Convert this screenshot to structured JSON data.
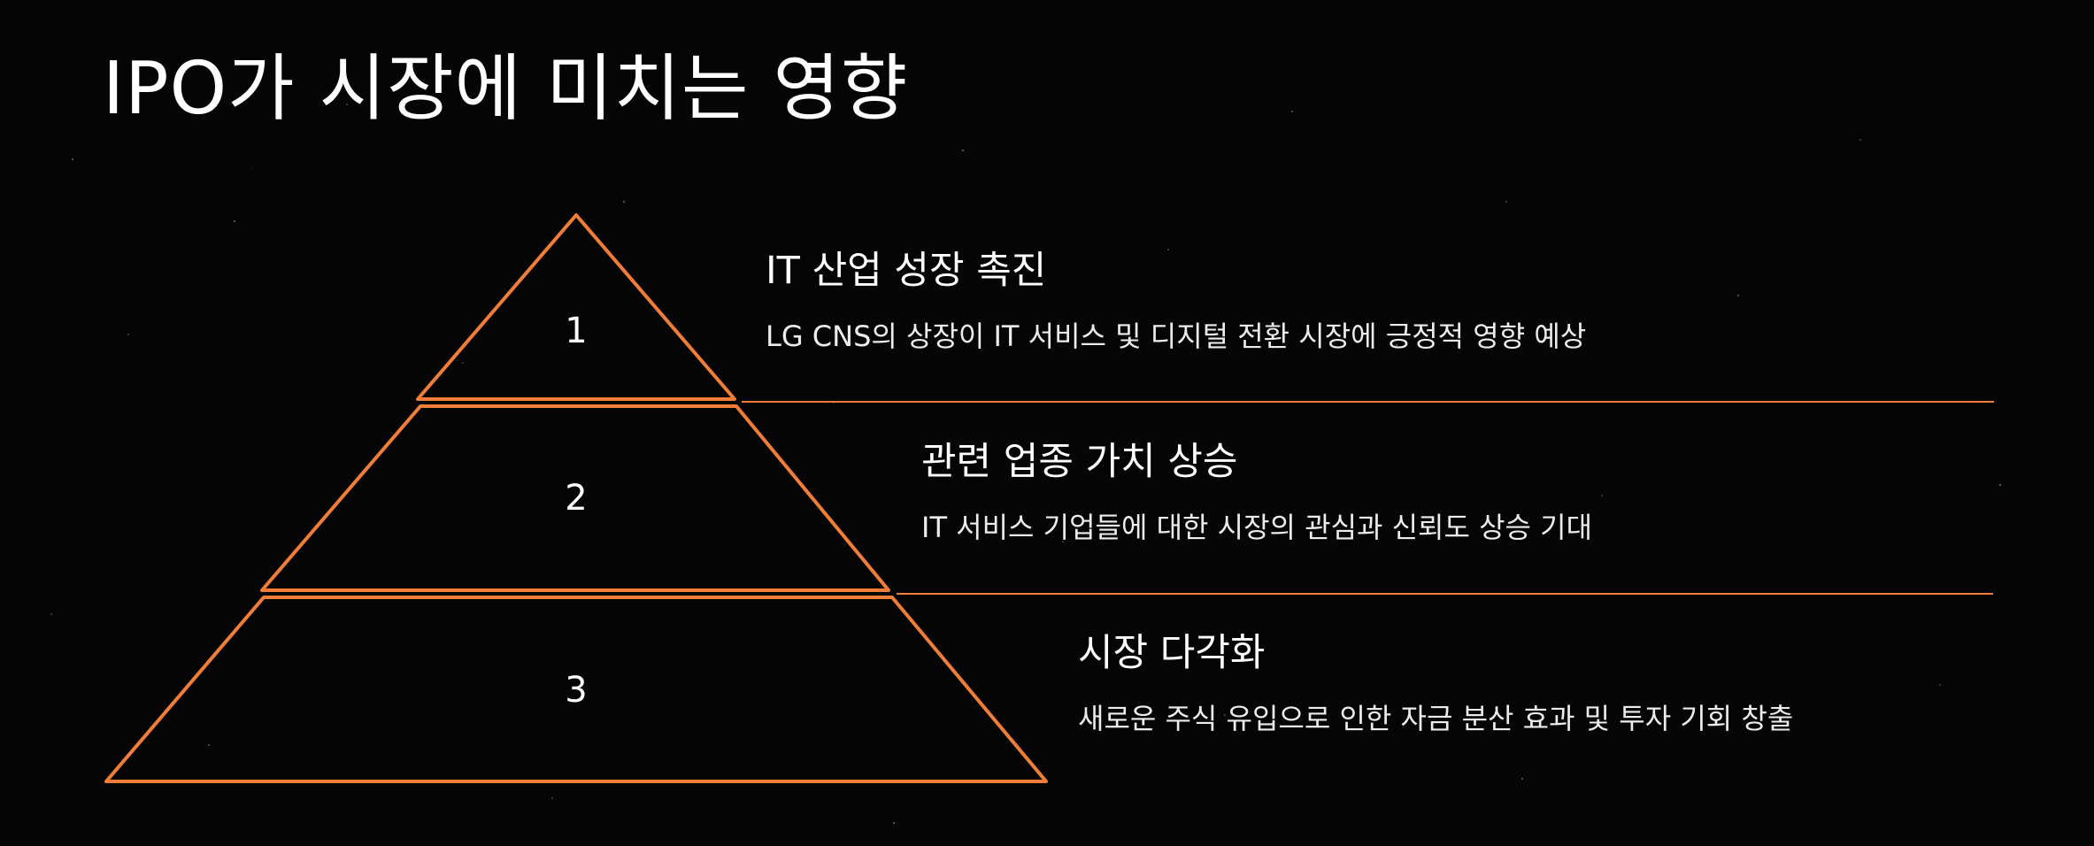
{
  "title": "IPO가 시장에 미치는 영향",
  "accent_color": "#f07d38",
  "background_color": "#050505",
  "levels": [
    {
      "number": "1",
      "heading": "IT 산업 성장 촉진",
      "description": "LG CNS의 상장이 IT 서비스 및 디지털 전환 시장에 긍정적 영향 예상"
    },
    {
      "number": "2",
      "heading": "관련 업종 가치 상승",
      "description": "IT 서비스 기업들에 대한 시장의 관심과 신뢰도 상승 기대"
    },
    {
      "number": "3",
      "heading": "시장 다각화",
      "description": "새로운 주식 유입으로 인한 자금 분산 효과 및 투자 기회 창출"
    }
  ]
}
